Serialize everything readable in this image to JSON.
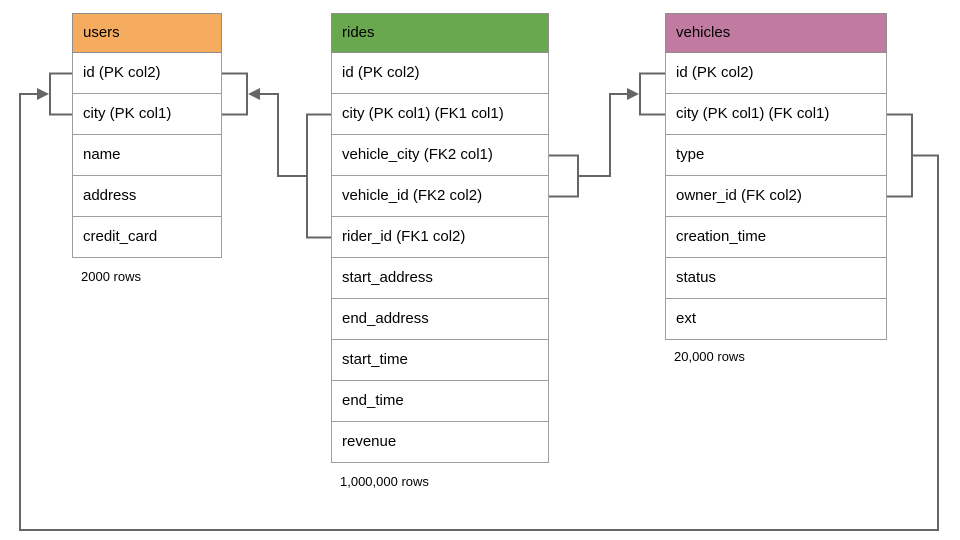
{
  "diagram": {
    "background_color": "#ffffff",
    "connector_color": "#666666",
    "table_border_color": "#9e9e9e",
    "tables": {
      "users": {
        "title": "users",
        "header_color": "#f6ac5e",
        "columns": [
          "id (PK col2)",
          "city (PK col1)",
          "name",
          "address",
          "credit_card"
        ],
        "row_count_caption": "2000 rows"
      },
      "rides": {
        "title": "rides",
        "header_color": "#6aa84f",
        "columns": [
          "id (PK col2)",
          "city (PK col1) (FK1 col1)",
          "vehicle_city (FK2 col1)",
          "vehicle_id (FK2 col2)",
          "rider_id (FK1 col2)",
          "start_address",
          "end_address",
          "start_time",
          "end_time",
          "revenue"
        ],
        "row_count_caption": "1,000,000 rows"
      },
      "vehicles": {
        "title": "vehicles",
        "header_color": "#c27ba0",
        "columns": [
          "id (PK col2)",
          "city (PK col1) (FK col1)",
          "type",
          "owner_id (FK col2)",
          "creation_time",
          "status",
          "ext"
        ],
        "row_count_caption": "20,000 rows"
      }
    },
    "relationships": [
      {
        "name": "FK1",
        "from": "rides (city, rider_id)",
        "to": "users (city, id)"
      },
      {
        "name": "FK2",
        "from": "rides (vehicle_city, vehicle_id)",
        "to": "vehicles (city, id)"
      },
      {
        "name": "FK",
        "from": "vehicles (city, owner_id)",
        "to": "users (city, id)"
      }
    ]
  }
}
